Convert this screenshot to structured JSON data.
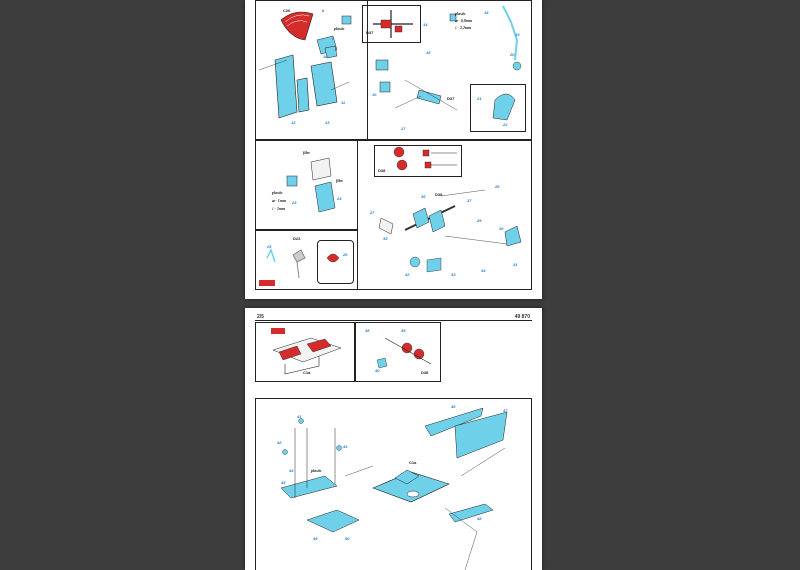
{
  "page1": {
    "labels": {
      "c26": "C26",
      "d37": "D37",
      "d37b": "D37",
      "d38": "D38",
      "d38b": "D38",
      "d23": "D23"
    },
    "notes": {
      "plastic1": "plastic",
      "plastic2": "plastic",
      "plastic2_d": "⌀ - 0,8mm",
      "plastic2_l": "ℓ - 2,2mm",
      "film1": "film",
      "film2": "film",
      "plastic3": "plastic",
      "plastic3_d": "⌀ - 1mm",
      "plastic3_l": "ℓ - 1mm"
    },
    "parts": [
      "8",
      "9",
      "10",
      "11",
      "12",
      "13",
      "14",
      "15",
      "16",
      "17",
      "18",
      "19",
      "20",
      "21",
      "22",
      "23",
      "24",
      "25",
      "26",
      "27",
      "28",
      "29",
      "30",
      "31",
      "32",
      "33",
      "34",
      "35",
      "36",
      "37"
    ]
  },
  "page2": {
    "page_number": "2/5",
    "kit_number": "49 870",
    "labels": {
      "c1a1": "C1a",
      "d38": "D38",
      "c1a2": "C1a"
    },
    "notes": {
      "plastic": "plastic"
    },
    "parts": [
      "38",
      "39",
      "40",
      "41",
      "42",
      "43",
      "44",
      "45",
      "46",
      "47",
      "48",
      "49",
      "50"
    ]
  },
  "colors": {
    "background": "#3d3d3d",
    "part_fill": "#6fd0ea",
    "accent": "#d42b2b",
    "number": "#2a7ad6"
  }
}
